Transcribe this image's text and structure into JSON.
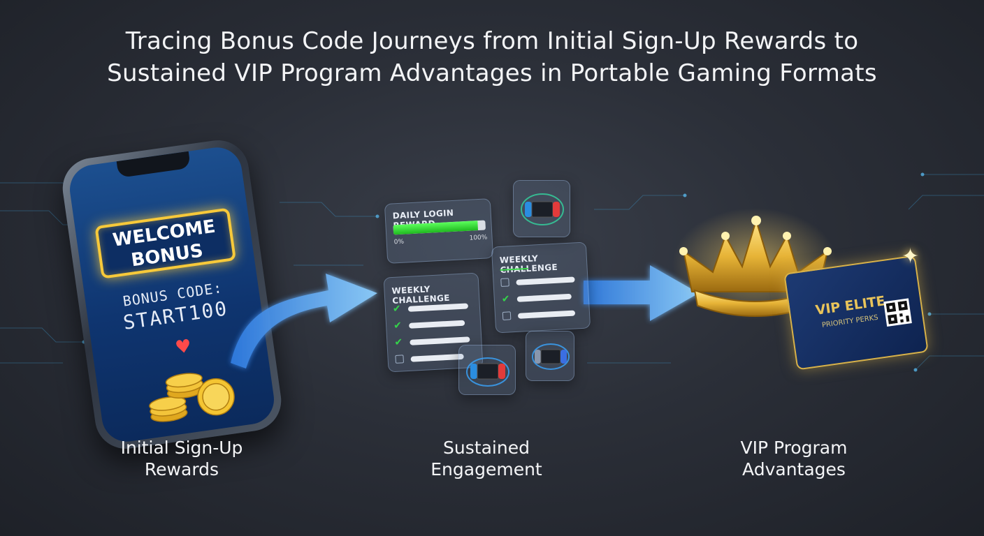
{
  "title": {
    "line1": "Tracing Bonus Code Journeys from Initial Sign-Up Rewards to",
    "line2": "Sustained VIP Program Advantages in Portable Gaming Formats"
  },
  "phone": {
    "welcome_line1": "WELCOME",
    "welcome_line2": "BONUS",
    "code_label": "BONUS CODE:",
    "code_value": "START100"
  },
  "cards": {
    "daily": {
      "title": "DAILY LOGIN REWARD",
      "progress_fraction": 0.92,
      "min_label": "0%",
      "max_label": "100%"
    },
    "weekly_left": {
      "title": "WEEKLY CHALLENGE",
      "tasks_checked": [
        true,
        true,
        true,
        false
      ]
    },
    "weekly_right": {
      "title": "WEEKLY CHALLENGE",
      "tasks_checked": [
        false,
        true,
        false
      ]
    }
  },
  "vip": {
    "card_title": "VIP ELITE",
    "card_subtitle": "PRIORITY PERKS"
  },
  "stages": {
    "stage1_line1": "Initial Sign-Up",
    "stage1_line2": "Rewards",
    "stage2_line1": "Sustained",
    "stage2_line2": "Engagement",
    "stage3_line1": "VIP Program",
    "stage3_line2": "Advantages"
  },
  "colors": {
    "accent_gold": "#f7c93a",
    "arrow_blue": "#5aa8ff",
    "progress_green": "#2fd62f"
  },
  "icons": [
    "coins-icon",
    "heart-icon",
    "console-icon",
    "crown-icon",
    "qr-code-icon",
    "sparkle-icon"
  ]
}
